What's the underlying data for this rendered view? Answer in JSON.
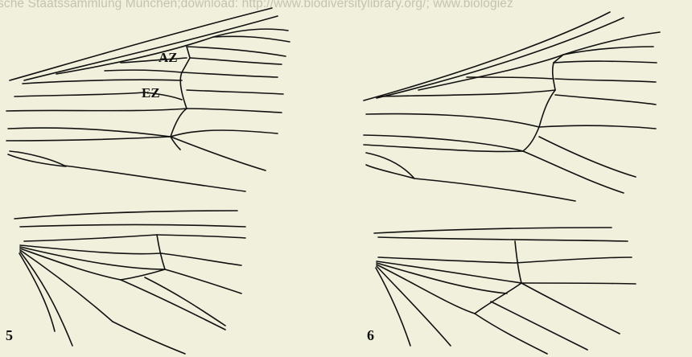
{
  "watermark": "sche Staatssammlung München;download: http://www.biodiversitylibrary.org/; www.biologiez",
  "figure_left": {
    "number": "5",
    "cell_labels": {
      "az": "AZ",
      "ez": "EZ"
    }
  },
  "figure_right": {
    "number": "6"
  }
}
